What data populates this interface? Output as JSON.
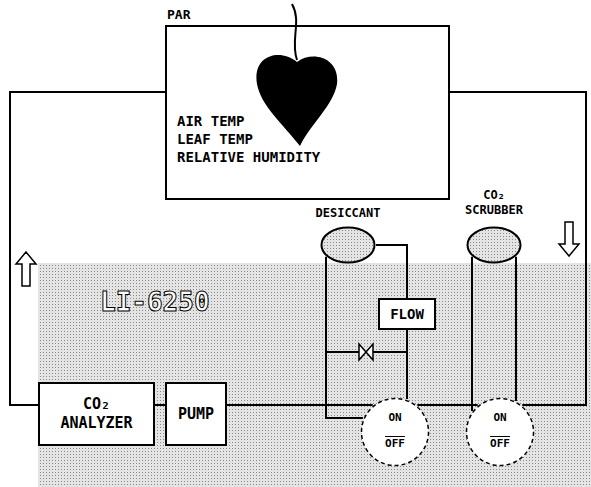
{
  "diagram": {
    "nodes": [
      {
        "text": [
          "PAR",
          "AIR TEMP",
          "LEAF TEMP",
          "RELATIVE HUMIDITY"
        ]
      },
      {
        "text": [
          "LI-6250"
        ]
      },
      {
        "text": [
          "CO₂ ANALYZER"
        ],
        "in": 1
      },
      {
        "text": [
          "PUMP"
        ],
        "in": 1
      },
      {
        "text": [
          "FLOW"
        ],
        "in": 1
      },
      {
        "text": [
          "ON",
          "OFF"
        ],
        "in": 1
      },
      {
        "text": [
          "ON",
          "OFF"
        ],
        "in": 1
      },
      {
        "text": [
          "DESICCANT"
        ]
      },
      {
        "text": [
          "CO₂ SCRUBBER"
        ]
      }
    ],
    "edges": [
      {
        "from": 2,
        "to": 0,
        "arrow": "none"
      },
      {
        "from": 2,
        "to": 3,
        "arrow": "none"
      },
      {
        "from": 3,
        "to": 5,
        "arrow": "none"
      },
      {
        "from": 5,
        "to": 6,
        "arrow": "none"
      },
      {
        "from": 6,
        "to": 0,
        "arrow": "none"
      },
      {
        "from": 7,
        "to": 5,
        "arrow": "none"
      },
      {
        "from": 7,
        "to": 4,
        "arrow": "none"
      },
      {
        "from": 4,
        "to": 5,
        "arrow": "none"
      },
      {
        "from": 8,
        "to": 6,
        "arrow": "none"
      },
      {
        "from": 8,
        "to": 6,
        "arrow": "none"
      }
    ]
  }
}
